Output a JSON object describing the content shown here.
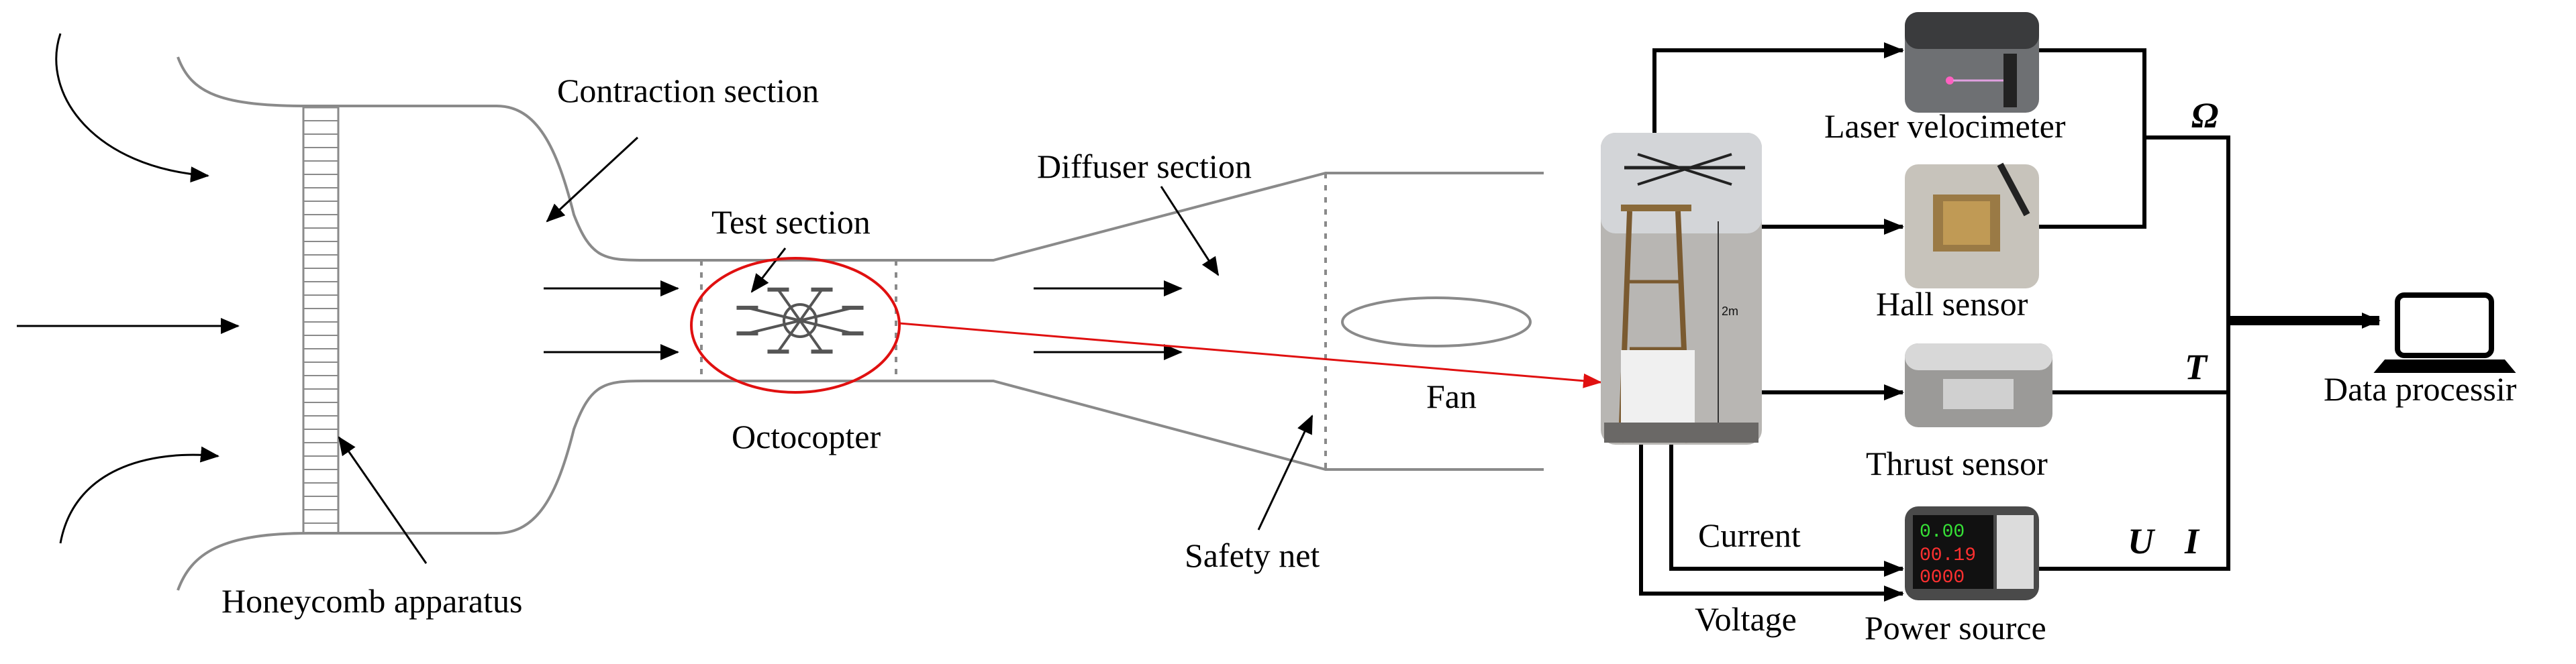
{
  "wind_tunnel": {
    "labels": {
      "contraction": "Contraction section",
      "diffuser": "Diffuser section",
      "test": "Test section",
      "octocopter": "Octocopter",
      "fan": "Fan",
      "safety_net": "Safety net",
      "honeycomb": "Honeycomb apparatus"
    }
  },
  "photo": {
    "height_mark": "2m"
  },
  "instruments": {
    "laser": "Laser velocimeter",
    "hall": "Hall sensor",
    "thrust": "Thrust sensor",
    "power": "Power source",
    "data": "Data processir",
    "power_display": [
      "0.00",
      "00.19",
      "0000"
    ]
  },
  "signals": {
    "omega": "Ω",
    "thrust": "T",
    "voltage_sym": "U",
    "current_sym": "I",
    "current": "Current",
    "voltage": "Voltage"
  },
  "colors": {
    "line": "#8a8a8a",
    "red": "#e01010",
    "black": "#000000"
  },
  "icons": [
    "laptop-icon",
    "octocopter-icon",
    "fan-icon"
  ]
}
